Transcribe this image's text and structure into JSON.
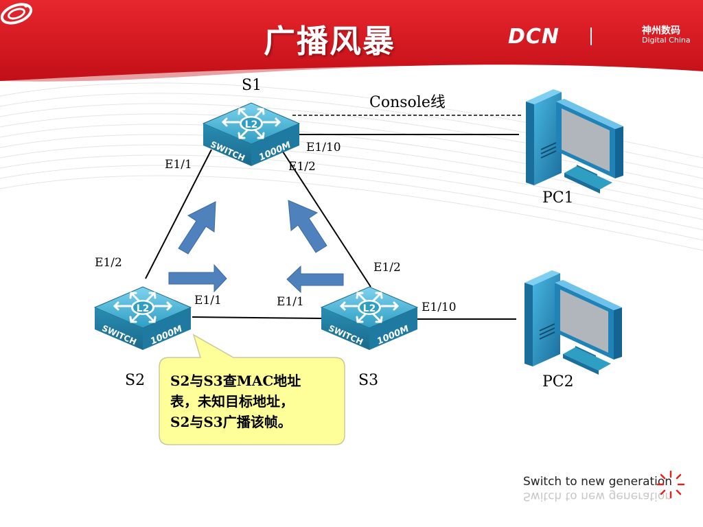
{
  "slide": {
    "title": "广播风暴",
    "brand": {
      "dcn": "DCN",
      "name_cn": "神州数码",
      "name_en": "Digital China",
      "logo_icon": "swirl-logo-icon"
    },
    "colors": {
      "header_red": "#d7141c",
      "callout_fill": "#ffff99",
      "arrow_fill": "#4f81bd",
      "switch_blue": "#2e9ec3"
    }
  },
  "diagram": {
    "nodes": {
      "s1": {
        "label": "S1",
        "badge": "L2",
        "text": "SWITCH",
        "speed": "1000M"
      },
      "s2": {
        "label": "S2",
        "badge": "L2",
        "text": "SWITCH",
        "speed": "1000M"
      },
      "s3": {
        "label": "S3",
        "badge": "L2",
        "text": "SWITCH",
        "speed": "1000M"
      },
      "pc1": {
        "label": "PC1"
      },
      "pc2": {
        "label": "PC2"
      }
    },
    "ports": {
      "s1_e11": "E1/1",
      "s1_e12": "E1/2",
      "s1_e110": "E1/10",
      "s2_e12": "E1/2",
      "s2_e11": "E1/1",
      "s3_e11": "E1/1",
      "s3_e12": "E1/2",
      "s3_e110": "E1/10"
    },
    "console_label": "Console线"
  },
  "callout": {
    "line1": "S2与S3查MAC地址",
    "line2": "表，未知目标地址，",
    "line3": "S2与S3广播该帧。"
  },
  "footer": {
    "slogan": "Switch to new generation"
  }
}
